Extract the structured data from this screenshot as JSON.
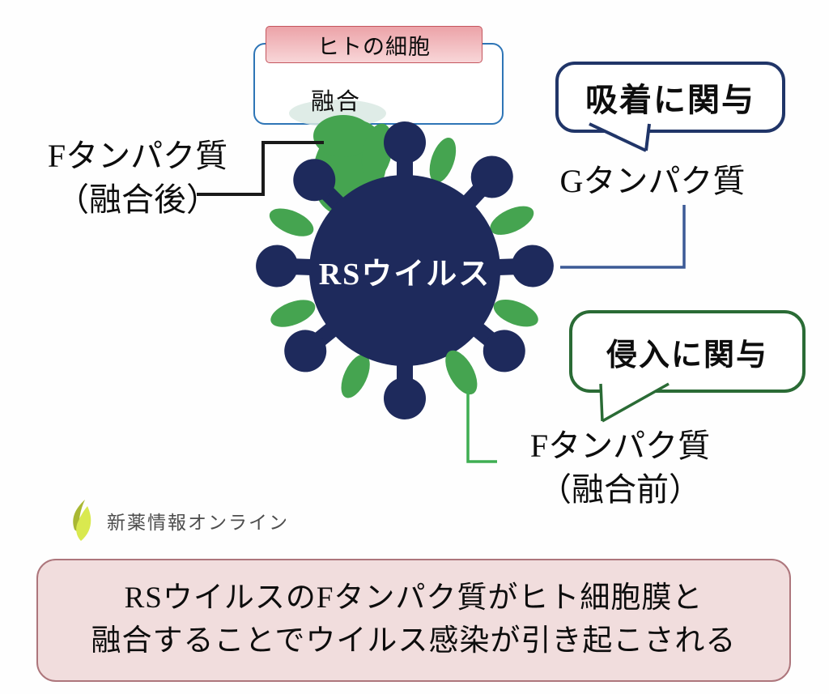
{
  "diagram": {
    "cell": {
      "header_label": "ヒトの細胞",
      "fusion_label": "融合"
    },
    "virus": {
      "label": "RSウイルス"
    },
    "labels": {
      "f_post_line1": "Fタンパク質",
      "f_post_line2": "（融合後）",
      "g_protein": "Gタンパク質",
      "f_pre_line1": "Fタンパク質",
      "f_pre_line2": "（融合前）"
    },
    "callouts": {
      "adsorption": "吸着に関与",
      "invasion": "侵入に関与"
    }
  },
  "logo": {
    "text": "新薬情報オンライン"
  },
  "caption": {
    "line1": "RSウイルスのFタンパク質がヒト細胞膜と",
    "line2": "融合することでウイルス感染が引き起こされる"
  },
  "colors": {
    "virus_navy": "#1e2a5c",
    "protein_green": "#45a450",
    "pale_fusion_green": "#d9e9e3",
    "cell_border_blue": "#2e75b6",
    "header_pink_top": "#eca3a8",
    "header_pink_bottom": "#f8d6d8",
    "header_border": "#c4565e",
    "adsorption_bubble_border": "#203568",
    "invasion_bubble_border": "#2a6b35",
    "caption_bg": "#f1dddd",
    "caption_border": "#ad767c",
    "connector_black": "#1a1a1a",
    "connector_blue": "#3c5a96",
    "connector_green": "#3fae52",
    "logo_green_dark": "#a9b833",
    "logo_green_light": "#d9e94f",
    "logo_text_gray": "#4d4d4d"
  }
}
